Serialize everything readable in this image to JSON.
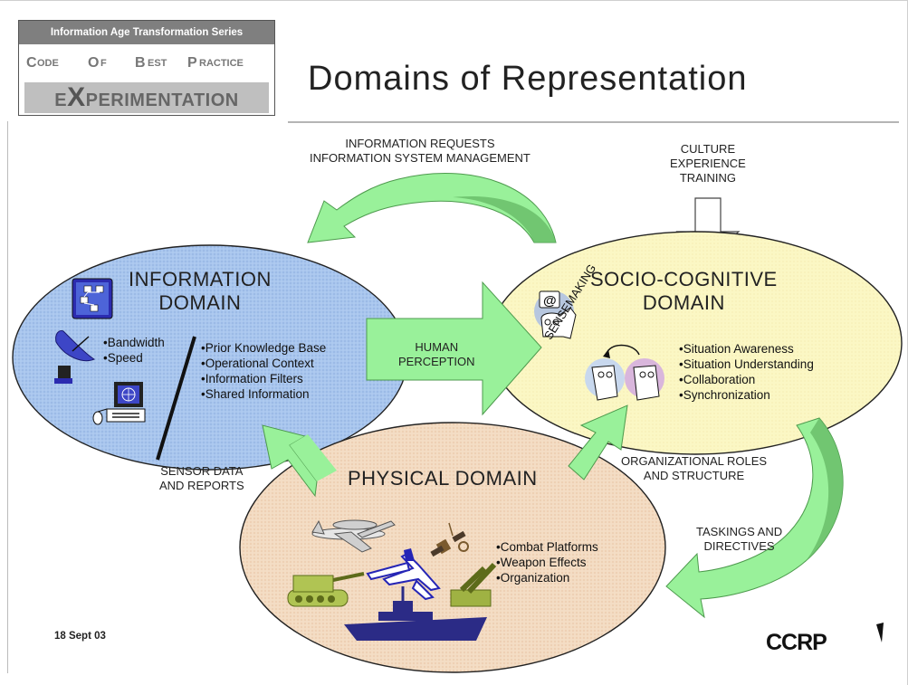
{
  "header": {
    "series": "Information Age Transformation Series",
    "code_of_best_practice": [
      "C",
      "ODE",
      "O",
      "F",
      "B",
      "EST",
      "P",
      "RACTICE"
    ],
    "experimentation_prefix": "E",
    "experimentation_x": "X",
    "experimentation_suffix": "PERIMENTATION",
    "title": "Domains of Representation"
  },
  "flows": {
    "top_left": [
      "INFORMATION REQUESTS",
      "INFORMATION SYSTEM MANAGEMENT"
    ],
    "top_right": [
      "CULTURE",
      "EXPERIENCE",
      "TRAINING"
    ],
    "center": [
      "HUMAN",
      "PERCEPTION"
    ],
    "sensor": [
      "SENSOR DATA",
      "AND REPORTS"
    ],
    "org": [
      "ORGANIZATIONAL ROLES",
      "AND STRUCTURE"
    ],
    "taskings": [
      "TASKINGS AND",
      "DIRECTIVES"
    ]
  },
  "info_domain": {
    "title": [
      "INFORMATION",
      "DOMAIN"
    ],
    "bullets_left": [
      "•Bandwidth",
      "•Speed"
    ],
    "bullets_right": [
      "•Prior Knowledge Base",
      "•Operational Context",
      "•Information Filters",
      "•Shared Information"
    ]
  },
  "socio_domain": {
    "title": [
      "SOCIO-COGNITIVE",
      "DOMAIN"
    ],
    "sensemaking": "SENSEMAKING",
    "bullets": [
      "•Situation Awareness",
      "•Situation Understanding",
      "•Collaboration",
      "•Synchronization"
    ]
  },
  "physical_domain": {
    "title": "PHYSICAL DOMAIN",
    "bullets": [
      "•Combat Platforms",
      "•Weapon Effects",
      "•Organization"
    ]
  },
  "footer": {
    "date": "18 Sept 03",
    "logo": "CCRP"
  },
  "colors": {
    "arrow_green": "#99f19a",
    "arrow_green_dark": "#66bb66",
    "info_blue": "#a9c6ee",
    "socio_yellow": "#fbf7c4",
    "physical_tan": "#f3dcc3"
  }
}
